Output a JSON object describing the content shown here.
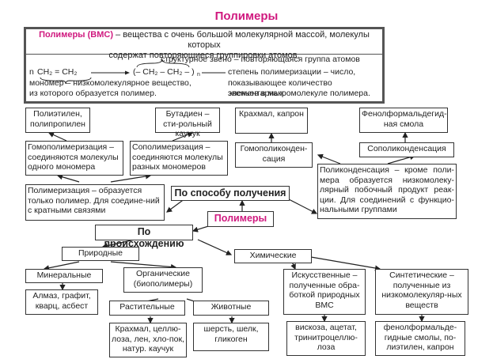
{
  "title": "Полимеры",
  "definition": {
    "term": "Полимеры (ВМС)",
    "text_line1": " – вещества с очень большой молекулярной массой, молекулы которых",
    "text_line2": "содержат повторяющиеся группировки атомов.",
    "structural_unit": "структурное звено – повторяющаяся группа атомов",
    "formula_n": "n",
    "formula_monomer": "CH₂ = CH₂",
    "formula_polymer": "(– CH₂ – CH₂ – )",
    "formula_sub_n": "n",
    "monomer_line1": "мономер – низкомолекулярное вещество,",
    "monomer_line2": "из которого образуется полимер.",
    "degree_line1": "степень полимеризации – число,",
    "degree_line2": "показывающее количество элементарных",
    "degree_line3": "звеньев в макромолекуле полимера."
  },
  "nodes": {
    "polyethylene": "Полиэтилен, полипропилен",
    "butadiene": "Бутадиен – сти-рольный каучук",
    "starch_capron": "Крахмал, капрон",
    "phenol_resin": "Фенолформальдегид-ная смола",
    "homopolymerization": "Гомополимеризация – соединяются молекулы одного мономера",
    "copolymerization": "Сополимеризация – соединяются молекулы разных мономеров",
    "homopolycondensation": "Гомополиконден-сация",
    "copolycondensation": "Сополиконденсация",
    "polymerization": "Полимеризация – образуется только полимер. Для соедине-ний с кратными связями",
    "by_method": "По способу получения",
    "polycondensation": "Поликонденсация – кроме поли-мера образуется низкомолеку-лярный побочный продукт реак-ции. Для соединений с функцио-нальными группами",
    "polymers_center": "Полимеры",
    "by_origin": "По происхождению",
    "natural": "Природные",
    "chemical": "Химические",
    "mineral": "Минеральные",
    "organic": "Органические (биополимеры)",
    "artificial": "Искусственные – полученные обра-боткой природных ВМС",
    "synthetic": "Синтетические – полученные из низкомолекуляр-ных веществ",
    "mineral_examples": "Алмаз, графит, кварц, асбест",
    "plant": "Растительные",
    "animal": "Животные",
    "plant_examples": "Крахмал, целлю-лоза, лен, хло-пок, натур. каучук",
    "animal_examples": "шерсть, шелк, гликоген",
    "artificial_examples": "вискоза, ацетат, тринитроцеллю-лоза",
    "synthetic_examples": "фенолформальде-гидные смолы, по-лиэтилен, капрон"
  },
  "colors": {
    "accent": "#d0197f",
    "border": "#333333",
    "frame": "#555555"
  }
}
